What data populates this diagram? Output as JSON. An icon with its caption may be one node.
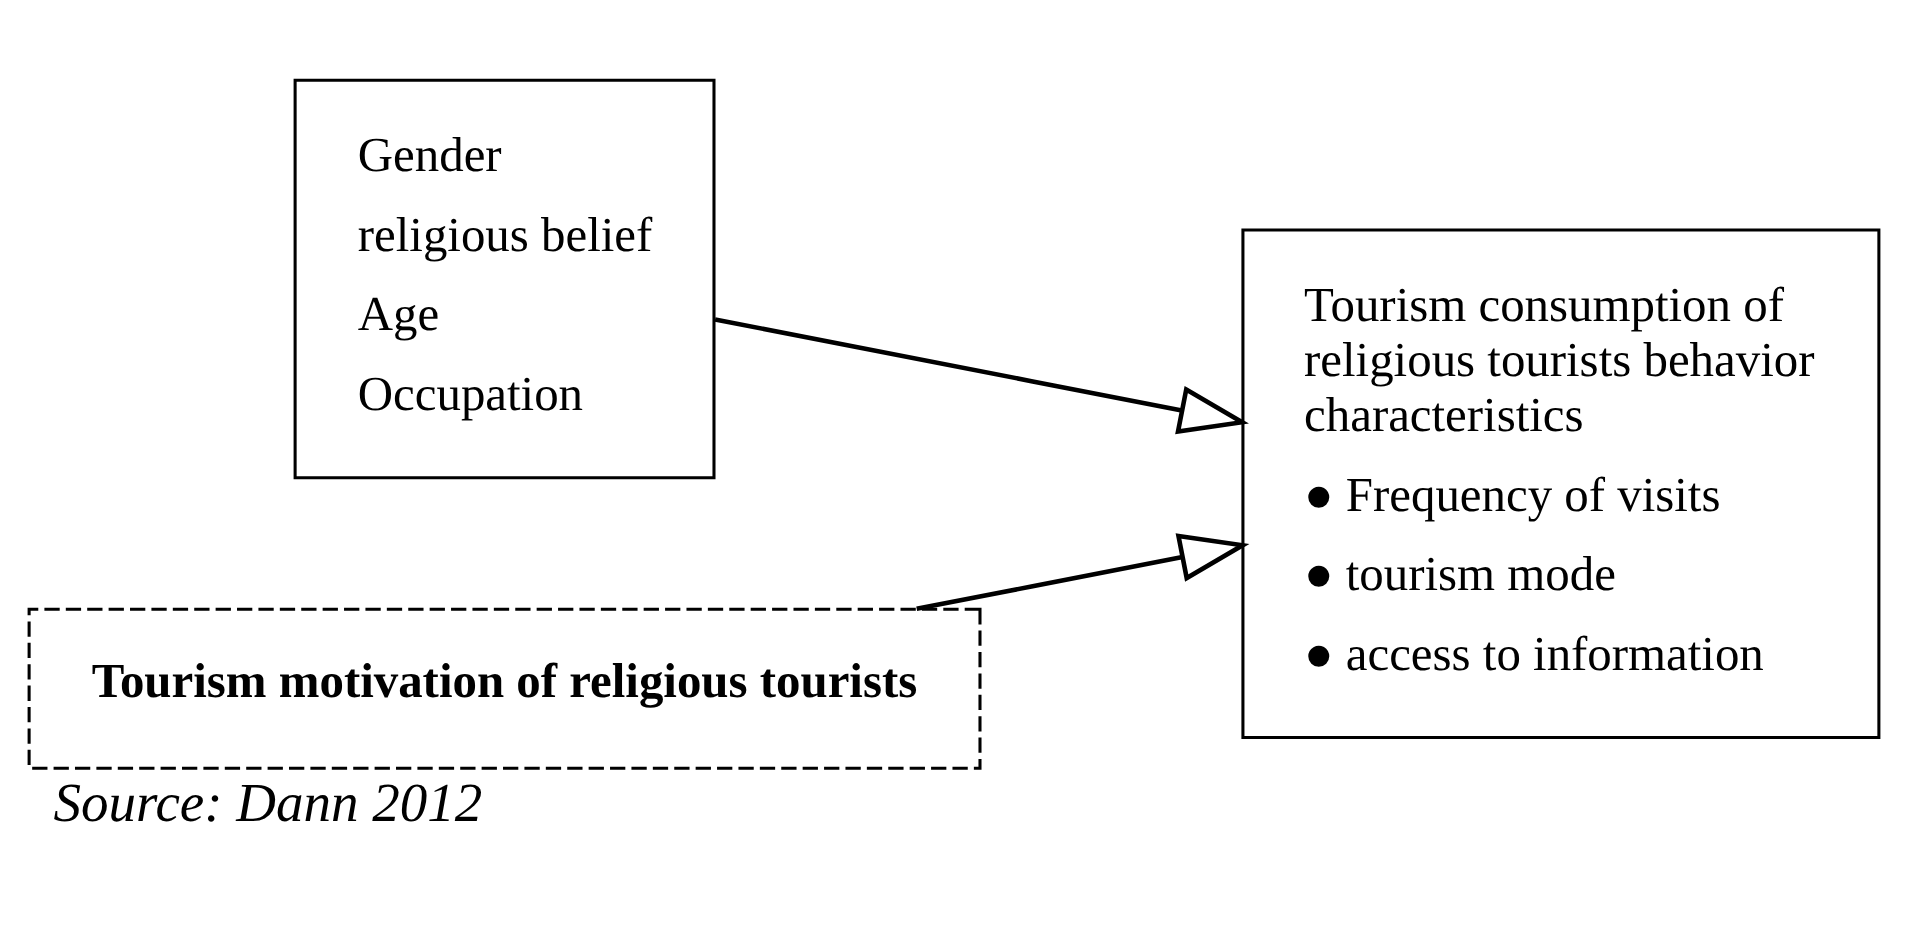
{
  "diagram": {
    "caption": "Source: Dann 2012",
    "nodes": [
      {
        "text": [
          "Gender",
          "religious belief",
          "Age",
          "Occupation"
        ]
      },
      {
        "text": [
          "Tourism motivation of religious tourists"
        ]
      },
      {
        "text": [
          "Tourism consumption of religious tourists behavior characteristics",
          "● Frequency of visits",
          "● tourism mode",
          "● access to information"
        ]
      }
    ],
    "edges": [
      {
        "from": 0,
        "to": 2,
        "arrow": "to"
      },
      {
        "from": 1,
        "to": 2,
        "arrow": "to"
      }
    ]
  }
}
